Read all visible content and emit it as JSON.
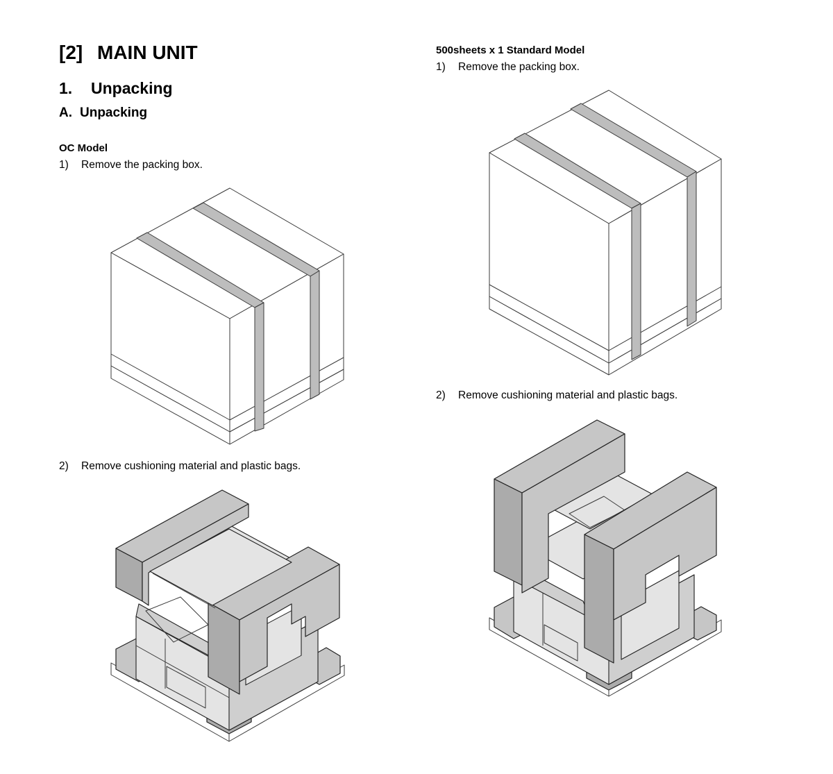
{
  "section": {
    "number": "[2]",
    "title": "MAIN UNIT"
  },
  "chapter": {
    "number": "1.",
    "title": "Unpacking"
  },
  "subsection": {
    "number": "A.",
    "title": "Unpacking"
  },
  "left_column": {
    "model": "OC Model",
    "steps": [
      {
        "number": "1)",
        "text": "Remove the packing box."
      },
      {
        "number": "2)",
        "text": "Remove cushioning material and plastic bags."
      }
    ]
  },
  "right_column": {
    "model": "500sheets x 1 Standard Model",
    "steps": [
      {
        "number": "1)",
        "text": "Remove the packing box."
      },
      {
        "number": "2)",
        "text": "Remove cushioning material and plastic bags."
      }
    ]
  },
  "illustrations": [
    {
      "name": "packing-box",
      "strap_color": "#bdbdbd"
    },
    {
      "name": "cushioned-machine",
      "cushion_color": "#c6c6c6"
    }
  ]
}
